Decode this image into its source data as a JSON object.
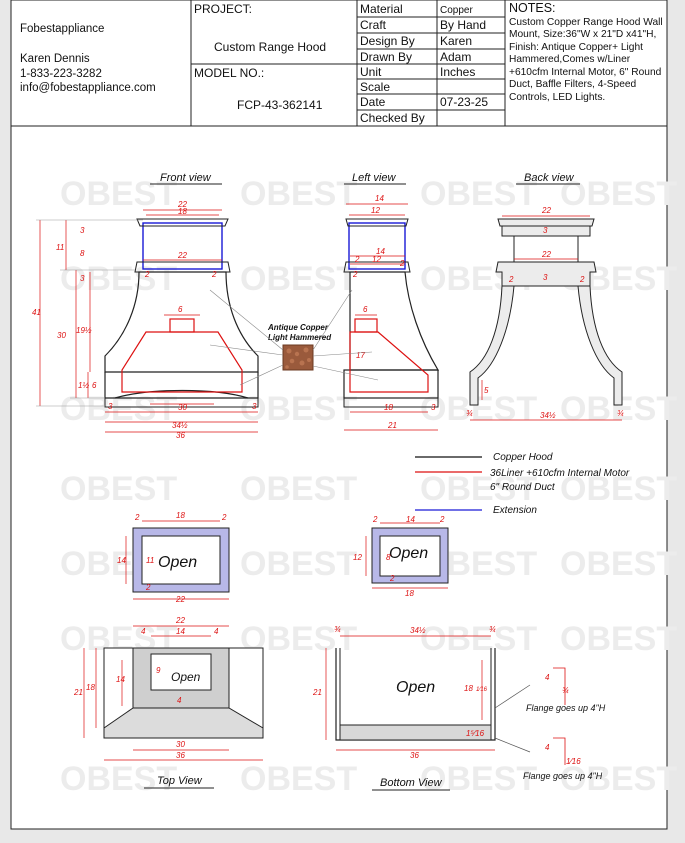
{
  "company": {
    "name": "Fobestappliance",
    "contact_name": "Karen Dennis",
    "phone": "1-833-223-3282",
    "email": "info@fobestappliance.com"
  },
  "project": {
    "label": "PROJECT:",
    "name": "Custom Range Hood",
    "model_label": "MODEL NO.:",
    "model_no": "FCP-43-362141"
  },
  "specs": [
    {
      "key": "Material",
      "value": "Copper"
    },
    {
      "key": "Craft",
      "value": "By Hand"
    },
    {
      "key": "Design By",
      "value": "Karen"
    },
    {
      "key": "Drawn By",
      "value": "Adam"
    },
    {
      "key": "Unit",
      "value": "Inches"
    },
    {
      "key": "Scale",
      "value": ""
    },
    {
      "key": "Date",
      "value": "07-23-25"
    },
    {
      "key": "Checked By",
      "value": ""
    }
  ],
  "notes": {
    "title": "NOTES:",
    "lines": [
      "Custom Copper Range Hood Wall",
      "Mount, Size:36\"W x 21\"D x41\"H,",
      "Finish: Antique Copper+  Light",
      "Hammered,Comes w/Liner",
      "+610cfm Internal Motor, 6\" Round",
      "Duct, Baffle Filters, 4-Speed",
      "Controls, LED Lights."
    ]
  },
  "views": {
    "front": "Front view",
    "left": "Left view",
    "back": "Back view",
    "top": "Top View",
    "bottom": "Bottom View"
  },
  "finish_label": [
    "Antique Copper",
    "Light Hammered"
  ],
  "legend": [
    {
      "label": "Copper Hood",
      "color": "#111111"
    },
    {
      "label": "36Liner +610cfm Internal Motor",
      "label2": "6\" Round Duct",
      "color": "#dd1111"
    },
    {
      "label": "Extension",
      "color": "#1a1ad6"
    }
  ],
  "open_label": "Open",
  "flange_note": "Flange goes up 4\"H",
  "watermark": "OBEST",
  "dims": {
    "front": {
      "top_22": "22",
      "top_18": "18",
      "t3a": "3",
      "ext8": "8",
      "t3b": "3",
      "mid22": "22",
      "ext11": "11",
      "h41": "41",
      "h30": "30",
      "h19_5": "19½",
      "duct6": "6",
      "side2a": "2",
      "side2b": "2",
      "b1_5": "1½",
      "b6": "6",
      "b3l": "3",
      "b3r": "3",
      "w30": "30",
      "w34_5": "34½",
      "w36": "36"
    },
    "left": {
      "d14": "14",
      "d12": "12",
      "d14b": "14",
      "d12b": "12",
      "d2a": "2",
      "d2b": "2",
      "d2c": "2",
      "d6": "6",
      "d17": "17",
      "d18": "18",
      "d3": "3",
      "d21": "21"
    },
    "back": {
      "b22": "22",
      "b3a": "3",
      "b22b": "22",
      "b3b": "3",
      "b2a": "2",
      "b2b": "2",
      "b5": "5",
      "b34": "¾",
      "b34b": "¾",
      "b34_5": "34½"
    },
    "ext_top": {
      "e18": "18",
      "e2a": "2",
      "e2b": "2",
      "e14": "14",
      "e11": "11",
      "e2c": "2",
      "e22": "22"
    },
    "ext_left": {
      "l2a": "2",
      "l14": "14",
      "l2b": "2",
      "l12": "12",
      "l8": "8",
      "l2c": "2",
      "l18": "18"
    },
    "top": {
      "t22": "22",
      "t14": "14",
      "t4a": "4",
      "t4b": "4",
      "t9": "9",
      "t14s": "14",
      "t21": "21",
      "t18": "18",
      "t4c": "4",
      "t30": "30",
      "t36": "36"
    },
    "bottom": {
      "bo34a": "¾",
      "bo34_5": "34½",
      "bo34b": "¾",
      "bo21": "21",
      "bo18": "18",
      "bo1_16": "1⁄16",
      "bo15": "1⁵⁄16",
      "bo36": "36",
      "f4a": "4",
      "f34a": "¾",
      "f4b": "4",
      "f1_16": "1⁄16"
    }
  }
}
